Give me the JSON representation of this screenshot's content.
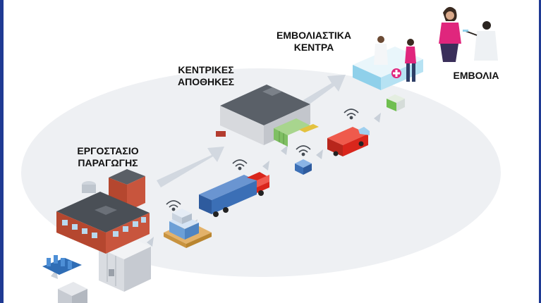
{
  "labels": {
    "factory": {
      "line1": "ΕΡΓΟΣΤΑΣΙΟ",
      "line2": "ΠΑΡΑΓΩΓΗΣ"
    },
    "warehouses": {
      "line1": "ΚΕΝΤΡΙΚΕΣ",
      "line2": "ΑΠΟΘΗΚΕΣ"
    },
    "centers": {
      "line1": "ΕΜΒΟΛΙΑΣΤΙΚΑ",
      "line2": "ΚΕΝΤΡΑ"
    },
    "vaccination": "ΕΜΒΟΛΙΑ"
  },
  "icons": [
    "factory-icon",
    "freezer-icon",
    "vials-icon",
    "pallet-icon",
    "semi-truck-icon",
    "warehouse-icon",
    "wifi-icon",
    "sensor-box-icon",
    "delivery-van-icon",
    "clinic-counter-icon",
    "vaccination-icon",
    "flow-arrow-icon"
  ],
  "colors": {
    "frame": "#1f3a93",
    "ellipse": "#eef0f3",
    "arrow": "#d2d8e0",
    "factory_brick": "#c8553d",
    "truck_cab": "#d9261c",
    "trailer": "#3b6fb6",
    "clinic": "#9ed8ef"
  }
}
